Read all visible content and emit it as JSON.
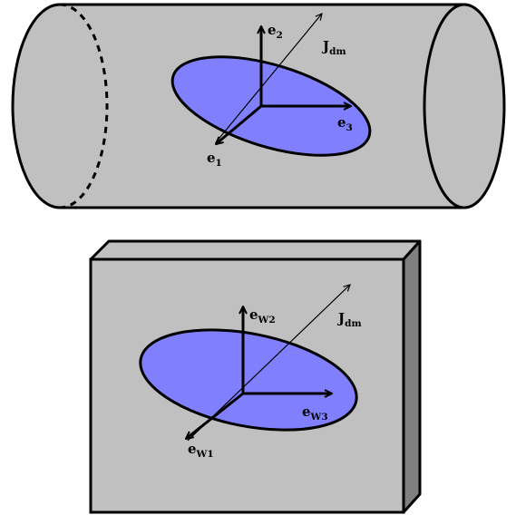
{
  "top_figure": {
    "shape": "cylinder",
    "vectors": [
      {
        "main": "e",
        "sub": "2"
      },
      {
        "main": "e",
        "sub": "3"
      },
      {
        "main": "e",
        "sub": "1"
      },
      {
        "main": "J",
        "sub": "dm"
      }
    ]
  },
  "bottom_figure": {
    "shape": "slab",
    "vectors": [
      {
        "main": "e",
        "sub": "W2"
      },
      {
        "main": "e",
        "sub": "W3"
      },
      {
        "main": "e",
        "sub": "W1"
      },
      {
        "main": "J",
        "sub": "dm"
      }
    ]
  },
  "colors": {
    "body_fill": "#c0c0c0",
    "slab_side_fill": "#808080",
    "ellipse_fill": "#8080ff",
    "stroke": "#000000"
  }
}
